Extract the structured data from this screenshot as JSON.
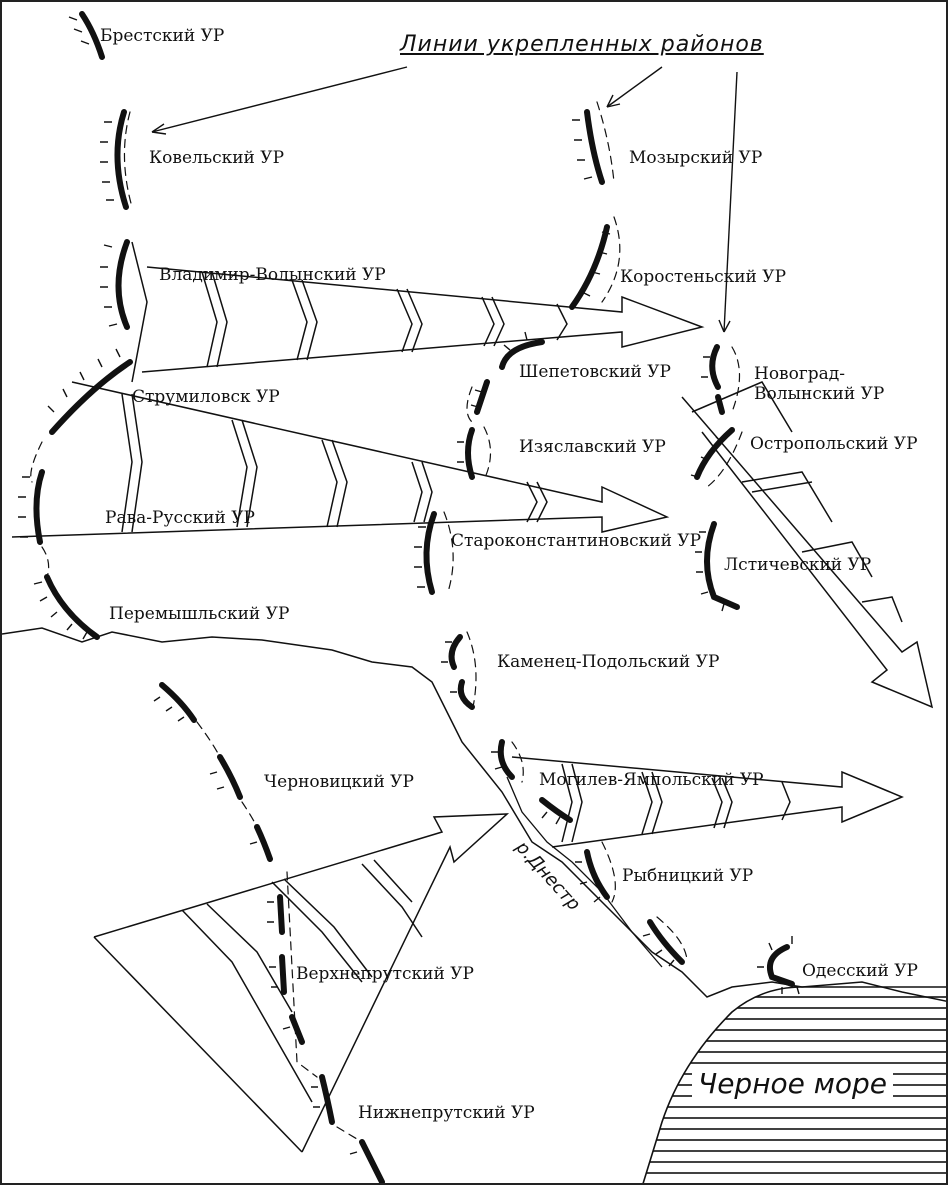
{
  "title": "Линии укрепленных районов",
  "river_label": "р.Днестр",
  "sea_label": "Черное море",
  "districts": [
    {
      "id": "brest",
      "name": "Брестский УР"
    },
    {
      "id": "kovel",
      "name": "Ковельский УР"
    },
    {
      "id": "mozyr",
      "name": "Мозырский УР"
    },
    {
      "id": "vladimir",
      "name": "Владимир-Волынский УР"
    },
    {
      "id": "korosten",
      "name": "Коростеньский УР"
    },
    {
      "id": "shepetov",
      "name": "Шепетовский УР"
    },
    {
      "id": "novograd",
      "name": "Новоград-Волынский УР"
    },
    {
      "id": "strumilovsk",
      "name": "Струмиловск УР"
    },
    {
      "id": "izyaslav",
      "name": "Изяславский УР"
    },
    {
      "id": "ostropol",
      "name": "Остропольский УР"
    },
    {
      "id": "rava",
      "name": "Рава-Русский УР"
    },
    {
      "id": "starokonst",
      "name": "Староконстантиновский УР"
    },
    {
      "id": "letichev",
      "name": "Лстичевский УР"
    },
    {
      "id": "peremyshl",
      "name": "Перемышльский УР"
    },
    {
      "id": "kamenets",
      "name": "Каменец-Подольский УР"
    },
    {
      "id": "chernovitsy",
      "name": "Черновицкий УР"
    },
    {
      "id": "mogilev",
      "name": "Могилев-Ямпольский УР"
    },
    {
      "id": "rybnitsa",
      "name": "Рыбницкий УР"
    },
    {
      "id": "verkhneprut",
      "name": "Верхнепрутский УР"
    },
    {
      "id": "odessa",
      "name": "Одесский УР"
    },
    {
      "id": "nizhneprut",
      "name": "Нижнепрутский УР"
    }
  ],
  "colors": {
    "ink": "#111111",
    "paper": "#ffffff"
  },
  "icons": {
    "fortification": "hatched-line-icon",
    "attack": "arrow-icon"
  }
}
